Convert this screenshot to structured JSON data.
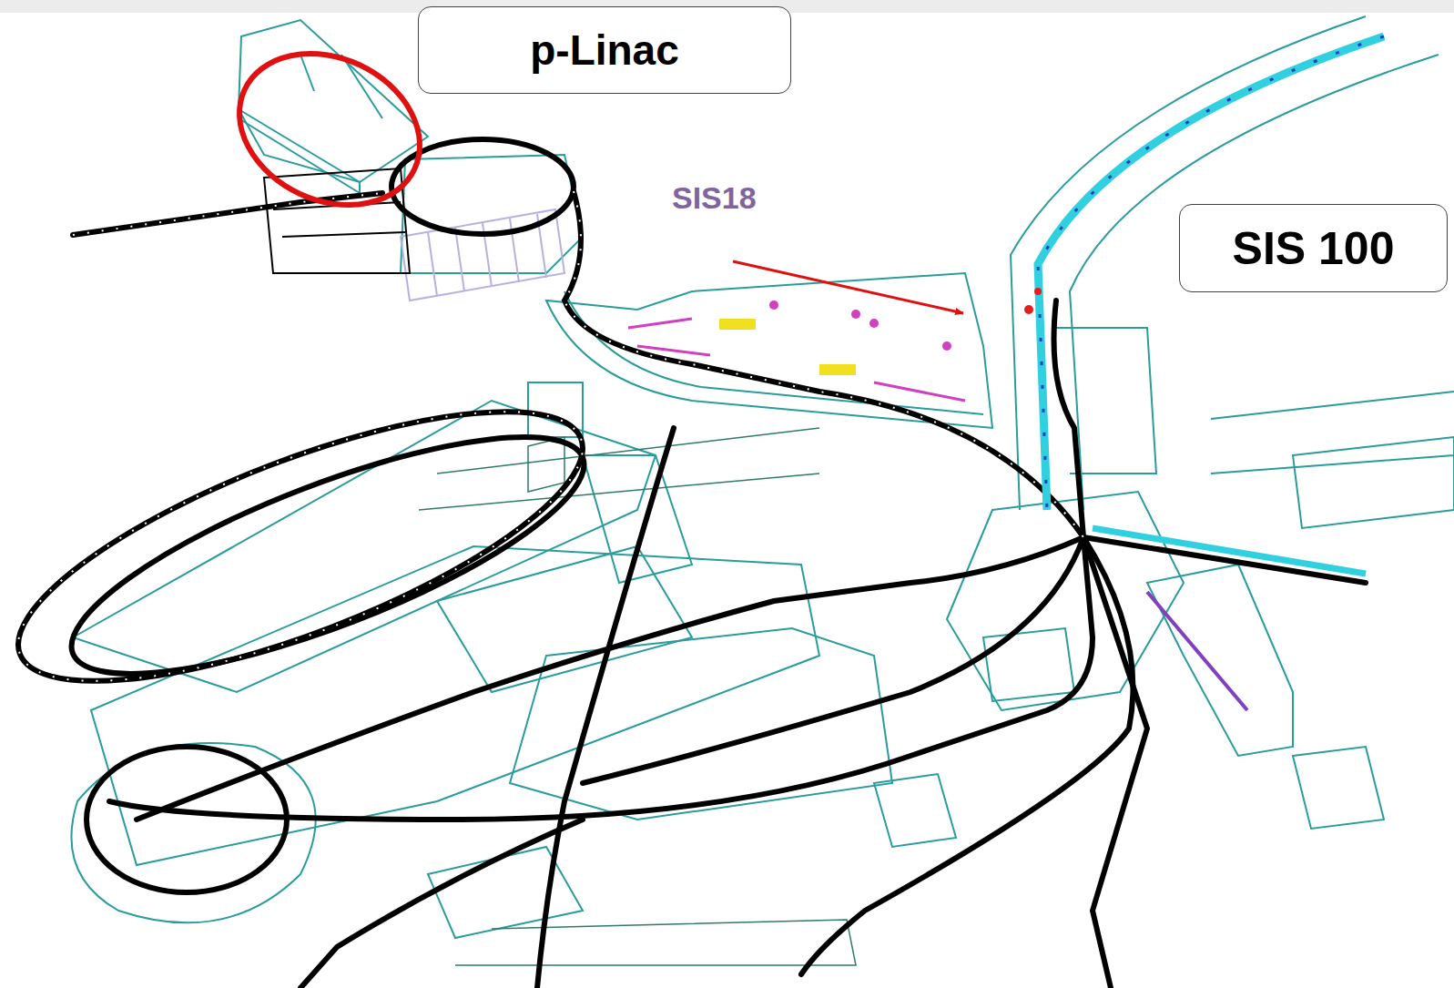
{
  "diagram": {
    "nodes": [
      {
        "text": [
          "p-Linac"
        ]
      },
      {
        "text": [
          "SIS 100"
        ]
      }
    ],
    "labels": [
      "SIS18"
    ]
  }
}
